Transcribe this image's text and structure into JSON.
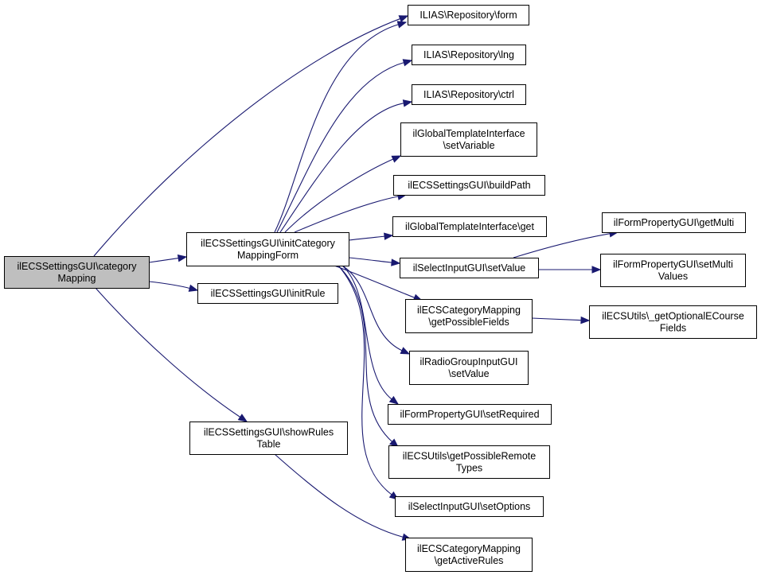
{
  "title": "Call graph of ilECSSettingsGUI\\categoryMapping",
  "colors": {
    "edge": "#191970",
    "root_fill": "#bfbfbf",
    "node_fill": "#ffffff",
    "border": "#000000"
  },
  "nodes": [
    {
      "id": "categoryMapping",
      "lines": [
        "ilECSSettingsGUI\\category",
        "Mapping"
      ],
      "root": true
    },
    {
      "id": "initCategoryMappingForm",
      "lines": [
        "ilECSSettingsGUI\\initCategory",
        "MappingForm"
      ]
    },
    {
      "id": "initRule",
      "lines": [
        "ilECSSettingsGUI\\initRule"
      ]
    },
    {
      "id": "showRulesTable",
      "lines": [
        "ilECSSettingsGUI\\showRules",
        "Table"
      ]
    },
    {
      "id": "form",
      "lines": [
        "ILIAS\\Repository\\form"
      ]
    },
    {
      "id": "lng",
      "lines": [
        "ILIAS\\Repository\\lng"
      ]
    },
    {
      "id": "ctrl",
      "lines": [
        "ILIAS\\Repository\\ctrl"
      ]
    },
    {
      "id": "setVariable",
      "lines": [
        "ilGlobalTemplateInterface",
        "\\setVariable"
      ]
    },
    {
      "id": "buildPath",
      "lines": [
        "ilECSSettingsGUI\\buildPath"
      ]
    },
    {
      "id": "tplGet",
      "lines": [
        "ilGlobalTemplateInterface\\get"
      ]
    },
    {
      "id": "selSetValue",
      "lines": [
        "ilSelectInputGUI\\setValue"
      ]
    },
    {
      "id": "getPossibleFields",
      "lines": [
        "ilECSCategoryMapping",
        "\\getPossibleFields"
      ]
    },
    {
      "id": "radioSetValue",
      "lines": [
        "ilRadioGroupInputGUI",
        "\\setValue"
      ]
    },
    {
      "id": "setRequired",
      "lines": [
        "ilFormPropertyGUI\\setRequired"
      ]
    },
    {
      "id": "getPossibleRemoteTypes",
      "lines": [
        "ilECSUtils\\getPossibleRemote",
        "Types"
      ]
    },
    {
      "id": "setOptions",
      "lines": [
        "ilSelectInputGUI\\setOptions"
      ]
    },
    {
      "id": "getActiveRules",
      "lines": [
        "ilECSCategoryMapping",
        "\\getActiveRules"
      ]
    },
    {
      "id": "getMulti",
      "lines": [
        "ilFormPropertyGUI\\getMulti"
      ]
    },
    {
      "id": "setMultiValues",
      "lines": [
        "ilFormPropertyGUI\\setMulti",
        "Values"
      ]
    },
    {
      "id": "getOptionalECourseFields",
      "lines": [
        "ilECSUtils\\_getOptionalECourse",
        "Fields"
      ]
    }
  ],
  "edges": [
    {
      "from": "categoryMapping",
      "to": "form"
    },
    {
      "from": "categoryMapping",
      "to": "initCategoryMappingForm"
    },
    {
      "from": "categoryMapping",
      "to": "initRule"
    },
    {
      "from": "categoryMapping",
      "to": "showRulesTable"
    },
    {
      "from": "initCategoryMappingForm",
      "to": "form"
    },
    {
      "from": "initCategoryMappingForm",
      "to": "lng"
    },
    {
      "from": "initCategoryMappingForm",
      "to": "ctrl"
    },
    {
      "from": "initCategoryMappingForm",
      "to": "setVariable"
    },
    {
      "from": "initCategoryMappingForm",
      "to": "buildPath"
    },
    {
      "from": "initCategoryMappingForm",
      "to": "tplGet"
    },
    {
      "from": "initCategoryMappingForm",
      "to": "selSetValue"
    },
    {
      "from": "initCategoryMappingForm",
      "to": "getPossibleFields"
    },
    {
      "from": "initCategoryMappingForm",
      "to": "radioSetValue"
    },
    {
      "from": "initCategoryMappingForm",
      "to": "setRequired"
    },
    {
      "from": "initCategoryMappingForm",
      "to": "getPossibleRemoteTypes"
    },
    {
      "from": "initCategoryMappingForm",
      "to": "setOptions"
    },
    {
      "from": "showRulesTable",
      "to": "getActiveRules"
    },
    {
      "from": "selSetValue",
      "to": "getMulti"
    },
    {
      "from": "selSetValue",
      "to": "setMultiValues"
    },
    {
      "from": "getPossibleFields",
      "to": "getOptionalECourseFields"
    }
  ]
}
